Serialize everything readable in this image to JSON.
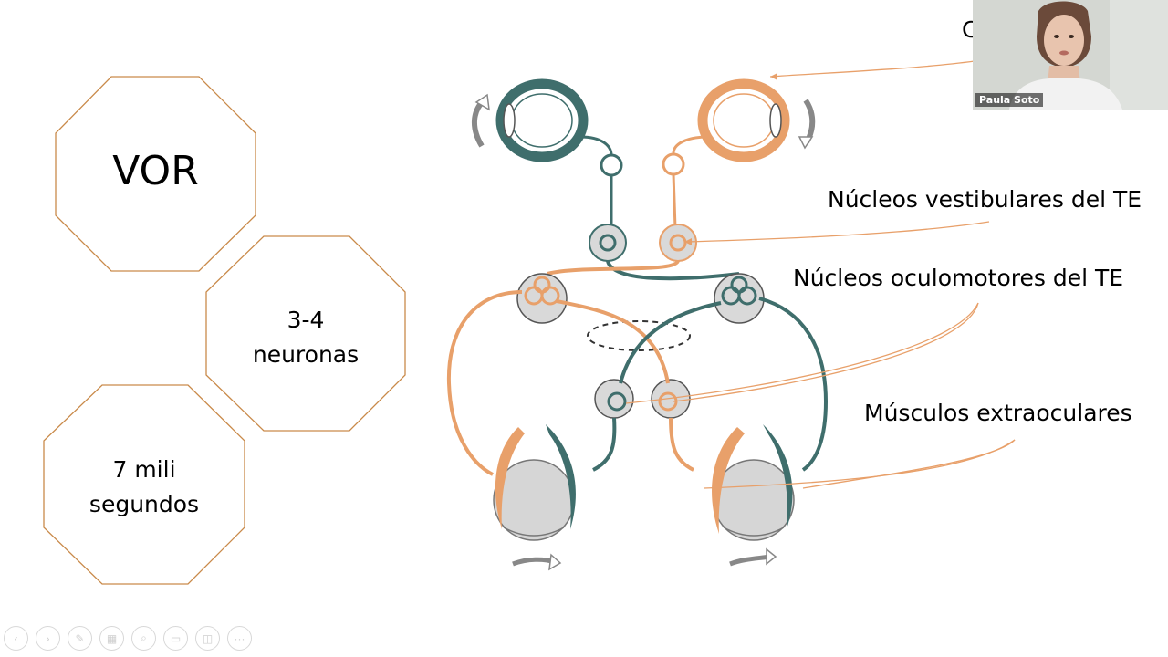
{
  "slide": {
    "boxes": [
      {
        "line1": "VOR",
        "line2": ""
      },
      {
        "line1": "3-4",
        "line2": "neuronas"
      },
      {
        "line1": "7 mili",
        "line2": "segundos"
      }
    ],
    "callouts": {
      "top_partial": "C",
      "vestibular": "Núcleos vestibulares del TE",
      "oculomotor": "Núcleos oculomotores del TE",
      "muscles": "Músculos extraoculares"
    },
    "colors": {
      "orange": "#e8a06a",
      "teal": "#3f6e6c",
      "octagon_border": "#c98a4a"
    }
  },
  "webcam": {
    "participant_name": "Paula Soto"
  },
  "toolbar": {
    "buttons": [
      {
        "icon": "previous-icon",
        "glyph": "‹"
      },
      {
        "icon": "next-icon",
        "glyph": "›"
      },
      {
        "icon": "pen-icon",
        "glyph": "✎"
      },
      {
        "icon": "slides-icon",
        "glyph": "▦"
      },
      {
        "icon": "zoom-icon",
        "glyph": "⌕"
      },
      {
        "icon": "subtitles-icon",
        "glyph": "▭"
      },
      {
        "icon": "camera-off-icon",
        "glyph": "◫"
      },
      {
        "icon": "more-options-icon",
        "glyph": "···"
      }
    ]
  }
}
